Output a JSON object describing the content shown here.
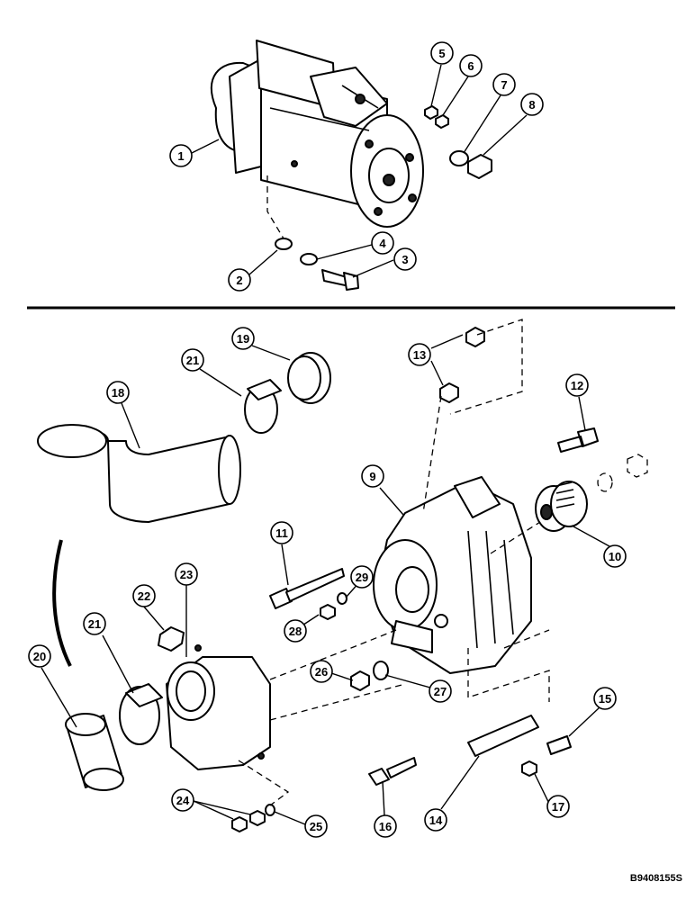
{
  "drawing_id": "B9408155S",
  "callouts": [
    "1",
    "2",
    "3",
    "4",
    "5",
    "6",
    "7",
    "8",
    "9",
    "10",
    "11",
    "12",
    "13",
    "14",
    "15",
    "16",
    "17",
    "18",
    "19",
    "20",
    "21",
    "21",
    "22",
    "23",
    "24",
    "25",
    "26",
    "27",
    "28",
    "29"
  ]
}
